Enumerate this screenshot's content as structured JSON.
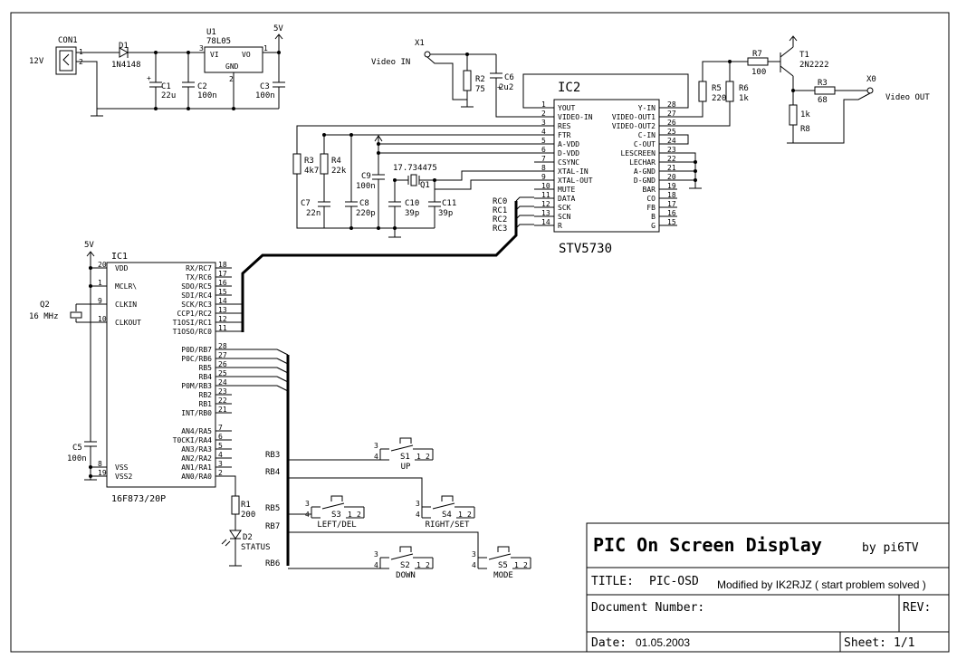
{
  "title_block": {
    "heading": "PIC On Screen Display",
    "by": "by pi6TV",
    "title_label": "TITLE:",
    "title_value": "PIC-OSD",
    "modified": "Modified by IK2RJZ ( start problem solved )",
    "docnum_label": "Document Number:",
    "rev_label": "REV:",
    "date_label": "Date:",
    "date_value": "01.05.2003",
    "sheet_label": "Sheet:",
    "sheet_value": "1/1"
  },
  "power": {
    "con1": "CON1",
    "v12": "12V",
    "con_pin1": "1",
    "con_pin2": "2",
    "d1": "D1",
    "d1_val": "1N4148",
    "u1": "U1",
    "u1_val": "78L05",
    "u1_vi": "VI",
    "u1_vo": "VO",
    "u1_gnd": "GND",
    "u1_p3": "3",
    "u1_p1": "1",
    "u1_p2": "2",
    "v5": "5V",
    "c1": "C1",
    "c1_val": "22u",
    "c2": "C2",
    "c2_val": "100n",
    "c3": "C3",
    "c3_val": "100n"
  },
  "video": {
    "x1": "X1",
    "video_in": "Video IN",
    "r2": "R2",
    "r2_val": "75",
    "c6": "C6",
    "c6_val": "2u2",
    "r7": "R7",
    "r7_val": "100",
    "t1": "T1",
    "t1_val": "2N2222",
    "r5": "R5",
    "r5_val": "220",
    "r6": "R6",
    "r6_val": "1k",
    "r3b": "R3",
    "r3b_val": "68",
    "x0": "X0",
    "video_out": "Video OUT",
    "r8": "R8",
    "r8_val": "1k"
  },
  "ic2": {
    "ref": "IC2",
    "part": "STV5730",
    "left_pins": [
      {
        "num": "1",
        "name": "YOUT"
      },
      {
        "num": "2",
        "name": "VIDEO-IN"
      },
      {
        "num": "3",
        "name": "RES"
      },
      {
        "num": "4",
        "name": "FTR"
      },
      {
        "num": "5",
        "name": "A-VDD"
      },
      {
        "num": "6",
        "name": "D-VDD"
      },
      {
        "num": "7",
        "name": "CSYNC"
      },
      {
        "num": "8",
        "name": "XTAL-IN"
      },
      {
        "num": "9",
        "name": "XTAL-OUT"
      },
      {
        "num": "10",
        "name": "MUTE"
      },
      {
        "num": "11",
        "name": "DATA"
      },
      {
        "num": "12",
        "name": "SCK"
      },
      {
        "num": "13",
        "name": "SCN"
      },
      {
        "num": "14",
        "name": "R"
      }
    ],
    "right_pins": [
      {
        "num": "28",
        "name": "Y-IN"
      },
      {
        "num": "27",
        "name": "VIDEO-OUT1"
      },
      {
        "num": "26",
        "name": "VIDEO-OUT2"
      },
      {
        "num": "25",
        "name": "C-IN"
      },
      {
        "num": "24",
        "name": "C-OUT"
      },
      {
        "num": "23",
        "name": "LESCREEN"
      },
      {
        "num": "22",
        "name": "LECHAR"
      },
      {
        "num": "21",
        "name": "A-GND"
      },
      {
        "num": "20",
        "name": "D-GND"
      },
      {
        "num": "19",
        "name": "BAR"
      },
      {
        "num": "18",
        "name": "CO"
      },
      {
        "num": "17",
        "name": "FB"
      },
      {
        "num": "16",
        "name": "B"
      },
      {
        "num": "15",
        "name": "G"
      }
    ],
    "rc_labels": [
      "RC0",
      "RC1",
      "RC2",
      "RC3"
    ]
  },
  "osc": {
    "r3": "R3",
    "r3_val": "4k7",
    "r4": "R4",
    "r4_val": "22k",
    "c7": "C7",
    "c7_val": "22n",
    "c8": "C8",
    "c8_val": "220p",
    "c9": "C9",
    "c9_val": "100n",
    "xtal": "17.734475",
    "q1": "Q1",
    "c10": "C10",
    "c10_val": "39p",
    "c11": "C11",
    "c11_val": "39p"
  },
  "ic1": {
    "ref": "IC1",
    "part": "16F873/20P",
    "v5": "5V",
    "q2": "Q2",
    "q2_val": "16 MHz",
    "c5": "C5",
    "c5_val": "100n",
    "left_pins": [
      {
        "num": "20",
        "name": "VDD"
      },
      {
        "num": "1",
        "name": "MCLR\\"
      },
      {
        "num": "9",
        "name": "CLKIN"
      },
      {
        "num": "10",
        "name": "CLKOUT"
      },
      {
        "num": "8",
        "name": "VSS"
      },
      {
        "num": "19",
        "name": "VSS2"
      }
    ],
    "right_pins": [
      {
        "num": "18",
        "name": "RX/RC7"
      },
      {
        "num": "17",
        "name": "TX/RC6"
      },
      {
        "num": "16",
        "name": "SDO/RC5"
      },
      {
        "num": "15",
        "name": "SDI/RC4"
      },
      {
        "num": "14",
        "name": "SCK/RC3"
      },
      {
        "num": "13",
        "name": "CCP1/RC2"
      },
      {
        "num": "12",
        "name": "T1OSI/RC1"
      },
      {
        "num": "11",
        "name": "T1OSO/RC0"
      },
      {
        "num": "28",
        "name": "P0D/RB7"
      },
      {
        "num": "27",
        "name": "P0C/RB6"
      },
      {
        "num": "26",
        "name": "RB5"
      },
      {
        "num": "25",
        "name": "RB4"
      },
      {
        "num": "24",
        "name": "P0M/RB3"
      },
      {
        "num": "23",
        "name": "RB2"
      },
      {
        "num": "22",
        "name": "RB1"
      },
      {
        "num": "21",
        "name": "INT/RB0"
      },
      {
        "num": "7",
        "name": "AN4/RA5"
      },
      {
        "num": "6",
        "name": "T0CKI/RA4"
      },
      {
        "num": "5",
        "name": "AN3/RA3"
      },
      {
        "num": "4",
        "name": "AN2/RA2"
      },
      {
        "num": "3",
        "name": "AN1/RA1"
      },
      {
        "num": "2",
        "name": "AN0/RA0"
      }
    ],
    "r1": "R1",
    "r1_val": "200",
    "d2": "D2",
    "d2_val": "STATUS"
  },
  "switches": {
    "rb_labels": [
      "RB3",
      "RB4",
      "RB5",
      "RB7",
      "RB6"
    ],
    "items": [
      {
        "ref": "S1",
        "label": "UP",
        "p3": "3",
        "p4": "4",
        "p1": "1",
        "p2": "2"
      },
      {
        "ref": "S3",
        "label": "LEFT/DEL",
        "p3": "3",
        "p4": "4",
        "p1": "1",
        "p2": "2"
      },
      {
        "ref": "S4",
        "label": "RIGHT/SET",
        "p3": "3",
        "p4": "4",
        "p1": "1",
        "p2": "2"
      },
      {
        "ref": "S2",
        "label": "DOWN",
        "p3": "3",
        "p4": "4",
        "p1": "1",
        "p2": "2"
      },
      {
        "ref": "S5",
        "label": "MODE",
        "p3": "3",
        "p4": "4",
        "p1": "1",
        "p2": "2"
      }
    ]
  }
}
